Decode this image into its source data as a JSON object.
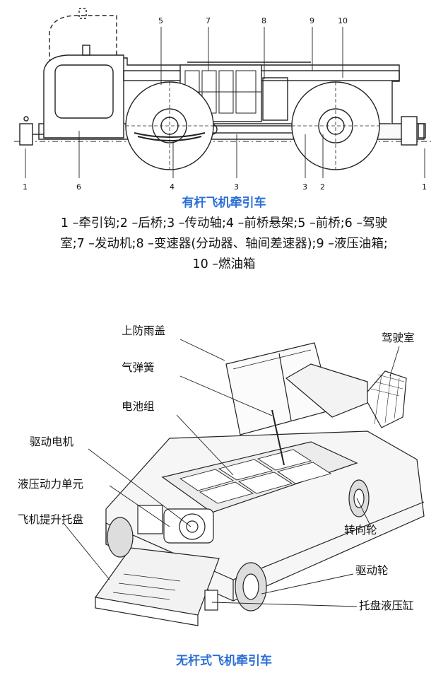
{
  "top": {
    "numbers": {
      "n1": "1",
      "n2": "2",
      "n3": "3",
      "n4": "4",
      "n5": "5",
      "n6": "6",
      "n7": "7",
      "n8": "8",
      "n9": "9",
      "n10": "10"
    },
    "caption": "有杆飞机牵引车",
    "legend": [
      "1 –牵引钩;2 –后桥;3 –传动轴;4 –前桥悬架;5 –前桥;6 –驾驶",
      "室;7 –发动机;8 –变速器(分动器、轴间差速器);9 –液压油箱;",
      "10 –燃油箱"
    ]
  },
  "bottom": {
    "labels": {
      "rain_cover": "上防雨盖",
      "gas_spring": "气弹簧",
      "battery_pack": "电池组",
      "drive_motor": "驱动电机",
      "hydraulic_unit": "液压动力单元",
      "lift_tray": "飞机提升托盘",
      "cab": "驾驶室",
      "steer_wheel": "转向轮",
      "drive_wheel": "驱动轮",
      "tray_cylinder": "托盘液压缸"
    },
    "caption": "无杆式飞机牵引车"
  }
}
